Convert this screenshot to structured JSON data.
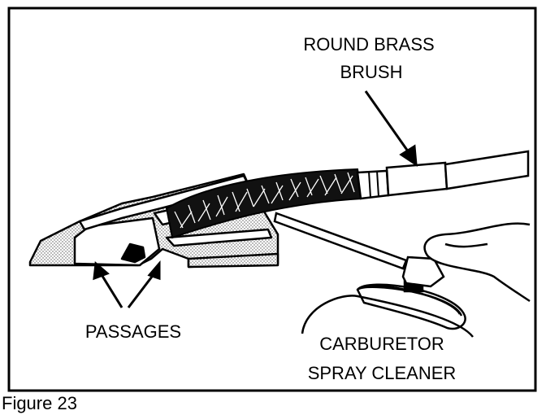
{
  "labels": {
    "brush_line1": "ROUND BRASS",
    "brush_line2": "BRUSH",
    "passages": "PASSAGES",
    "cleaner_line1": "CARBURETOR",
    "cleaner_line2": "SPRAY CLEANER"
  },
  "caption": "Figure 23",
  "colors": {
    "ink": "#000000",
    "paper": "#ffffff",
    "stipple": "#8a8a8a"
  },
  "icons": [
    "carburetor-body",
    "brass-brush",
    "spray-can",
    "hand"
  ]
}
